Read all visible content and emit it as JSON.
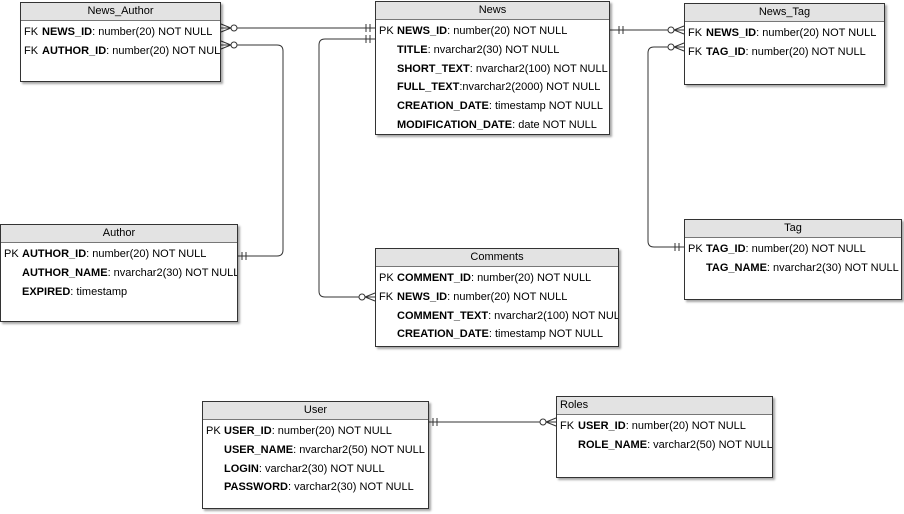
{
  "colors": {
    "entity_header": "#e3e3e3",
    "entity_border": "#333333",
    "relationship_line": "#333333"
  },
  "entities": [
    {
      "id": "news-author",
      "title": "News_Author",
      "title_align": "center",
      "attributes": [
        {
          "key": "FK",
          "name": "NEWS_ID",
          "type": ": number(20) NOT NULL"
        },
        {
          "key": "FK",
          "name": "AUTHOR_ID",
          "type": ": number(20) NOT NULL"
        }
      ]
    },
    {
      "id": "news",
      "title": "News",
      "title_align": "center",
      "attributes": [
        {
          "key": "PK",
          "name": "NEWS_ID",
          "type": ": number(20) NOT NULL"
        },
        {
          "key": "",
          "name": "TITLE",
          "type": ": nvarchar2(30) NOT NULL"
        },
        {
          "key": "",
          "name": "SHORT_TEXT",
          "type": ": nvarchar2(100) NOT NULL"
        },
        {
          "key": "",
          "name": "FULL_TEXT",
          "type": ":nvarchar2(2000) NOT NULL"
        },
        {
          "key": "",
          "name": "CREATION_DATE",
          "type": ": timestamp NOT NULL"
        },
        {
          "key": "",
          "name": "MODIFICATION_DATE",
          "type": ": date NOT NULL"
        }
      ]
    },
    {
      "id": "news-tag",
      "title": "News_Tag",
      "title_align": "center",
      "attributes": [
        {
          "key": "FK",
          "name": "NEWS_ID",
          "type": ": number(20) NOT NULL"
        },
        {
          "key": "FK",
          "name": "TAG_ID",
          "type": ": number(20) NOT NULL"
        }
      ]
    },
    {
      "id": "author",
      "title": "Author",
      "title_align": "center",
      "attributes": [
        {
          "key": "PK",
          "name": "AUTHOR_ID",
          "type": ": number(20) NOT NULL"
        },
        {
          "key": "",
          "name": "AUTHOR_NAME",
          "type": ": nvarchar2(30) NOT NULL"
        },
        {
          "key": "",
          "name": "EXPIRED",
          "type": ": timestamp"
        }
      ]
    },
    {
      "id": "comments",
      "title": "Comments",
      "title_align": "center",
      "attributes": [
        {
          "key": "PK",
          "name": "COMMENT_ID",
          "type": ": number(20) NOT NULL"
        },
        {
          "key": "FK",
          "name": "NEWS_ID",
          "type": ": number(20) NOT NULL"
        },
        {
          "key": "",
          "name": "COMMENT_TEXT",
          "type": ": nvarchar2(100) NOT NULL"
        },
        {
          "key": "",
          "name": "CREATION_DATE",
          "type": ": timestamp NOT NULL"
        }
      ]
    },
    {
      "id": "tag",
      "title": "Tag",
      "title_align": "center",
      "attributes": [
        {
          "key": "PK",
          "name": "TAG_ID",
          "type": ": number(20) NOT NULL"
        },
        {
          "key": "",
          "name": "TAG_NAME",
          "type": ": nvarchar2(30) NOT NULL"
        }
      ]
    },
    {
      "id": "user",
      "title": "User",
      "title_align": "center",
      "attributes": [
        {
          "key": "PK",
          "name": "USER_ID",
          "type": ": number(20) NOT NULL"
        },
        {
          "key": "",
          "name": "USER_NAME",
          "type": ": nvarchar2(50) NOT NULL"
        },
        {
          "key": "",
          "name": "LOGIN",
          "type": ": varchar2(30) NOT NULL"
        },
        {
          "key": "",
          "name": "PASSWORD",
          "type": ": varchar2(30) NOT NULL"
        }
      ]
    },
    {
      "id": "roles",
      "title": "Roles",
      "title_align": "left",
      "attributes": [
        {
          "key": "FK",
          "name": "USER_ID",
          "type": ": number(20) NOT NULL"
        },
        {
          "key": "",
          "name": "ROLE_NAME",
          "type": ": varchar2(50) NOT NULL"
        }
      ]
    }
  ],
  "relationships": [
    {
      "id": "news-author-to-news",
      "from": "News_Author.NEWS_ID",
      "to": "News.NEWS_ID",
      "from_end": "zero-or-many",
      "to_end": "one-and-only-one"
    },
    {
      "id": "news-author-to-author",
      "from": "News_Author.AUTHOR_ID",
      "to": "Author.AUTHOR_ID",
      "from_end": "zero-or-many",
      "to_end": "one-and-only-one"
    },
    {
      "id": "news-to-comments",
      "from": "News.NEWS_ID",
      "to": "Comments.NEWS_ID",
      "from_end": "one-and-only-one",
      "to_end": "zero-or-many"
    },
    {
      "id": "news-to-news-tag",
      "from": "News.NEWS_ID",
      "to": "News_Tag.NEWS_ID",
      "from_end": "one-and-only-one",
      "to_end": "zero-or-many"
    },
    {
      "id": "news-tag-to-tag",
      "from": "News_Tag.TAG_ID",
      "to": "Tag.TAG_ID",
      "from_end": "zero-or-many",
      "to_end": "one-and-only-one"
    },
    {
      "id": "user-to-roles",
      "from": "User.USER_ID",
      "to": "Roles.USER_ID",
      "from_end": "one-and-only-one",
      "to_end": "zero-or-many"
    }
  ]
}
